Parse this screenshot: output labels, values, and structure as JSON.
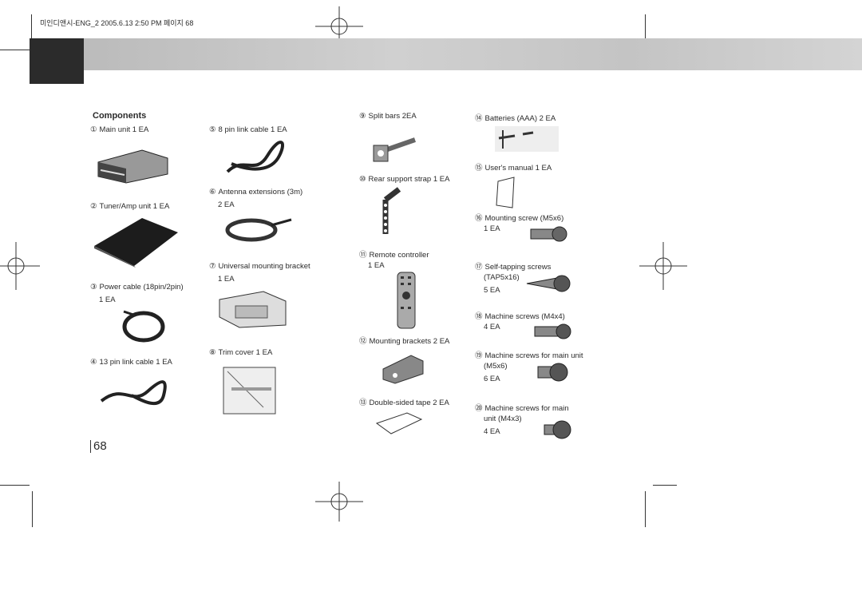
{
  "slug": "미인디앤시-ENG_2  2005.6.13 2:50 PM 페이지 68",
  "title": "Components",
  "items": [
    {
      "n": "①",
      "l1": "Main unit 1 EA"
    },
    {
      "n": "②",
      "l1": "Tuner/Amp unit 1 EA"
    },
    {
      "n": "③",
      "l1": "Power cable (18pin/2pin)",
      "l2": "1 EA"
    },
    {
      "n": "④",
      "l1": "13 pin link cable 1 EA"
    },
    {
      "n": "⑤",
      "l1": "8 pin link cable 1 EA"
    },
    {
      "n": "⑥",
      "l1": "Antenna extensions (3m)",
      "l2": "2 EA"
    },
    {
      "n": "⑦",
      "l1": "Universal mounting bracket",
      "l2": "1 EA"
    },
    {
      "n": "⑧",
      "l1": "Trim cover 1 EA"
    },
    {
      "n": "⑨",
      "l1": "Split bars 2EA"
    },
    {
      "n": "⑩",
      "l1": "Rear support strap 1 EA"
    },
    {
      "n": "⑪",
      "l1": "Remote controller",
      "l2": "1 EA"
    },
    {
      "n": "⑫",
      "l1": "Mounting brackets 2 EA"
    },
    {
      "n": "⑬",
      "l1": "Double-sided tape 2 EA"
    },
    {
      "n": "⑭",
      "l1": "Batteries (AAA) 2 EA"
    },
    {
      "n": "⑮",
      "l1": "User's manual 1 EA"
    },
    {
      "n": "⑯",
      "l1": "Mounting screw (M5x6)",
      "l2": "1 EA"
    },
    {
      "n": "⑰",
      "l1": "Self-tapping screws",
      "l2": "(TAP5x16)",
      "l3": "5 EA"
    },
    {
      "n": "⑱",
      "l1": "Machine screws (M4x4)",
      "l2": "4 EA"
    },
    {
      "n": "⑲",
      "l1": "Machine screws for main unit",
      "l2": "(M5x6)",
      "l3": "6 EA"
    },
    {
      "n": "⑳",
      "l1": "Machine screws for main",
      "l2": "unit (M4x3)",
      "l3": "4 EA"
    }
  ],
  "page_number": "68"
}
